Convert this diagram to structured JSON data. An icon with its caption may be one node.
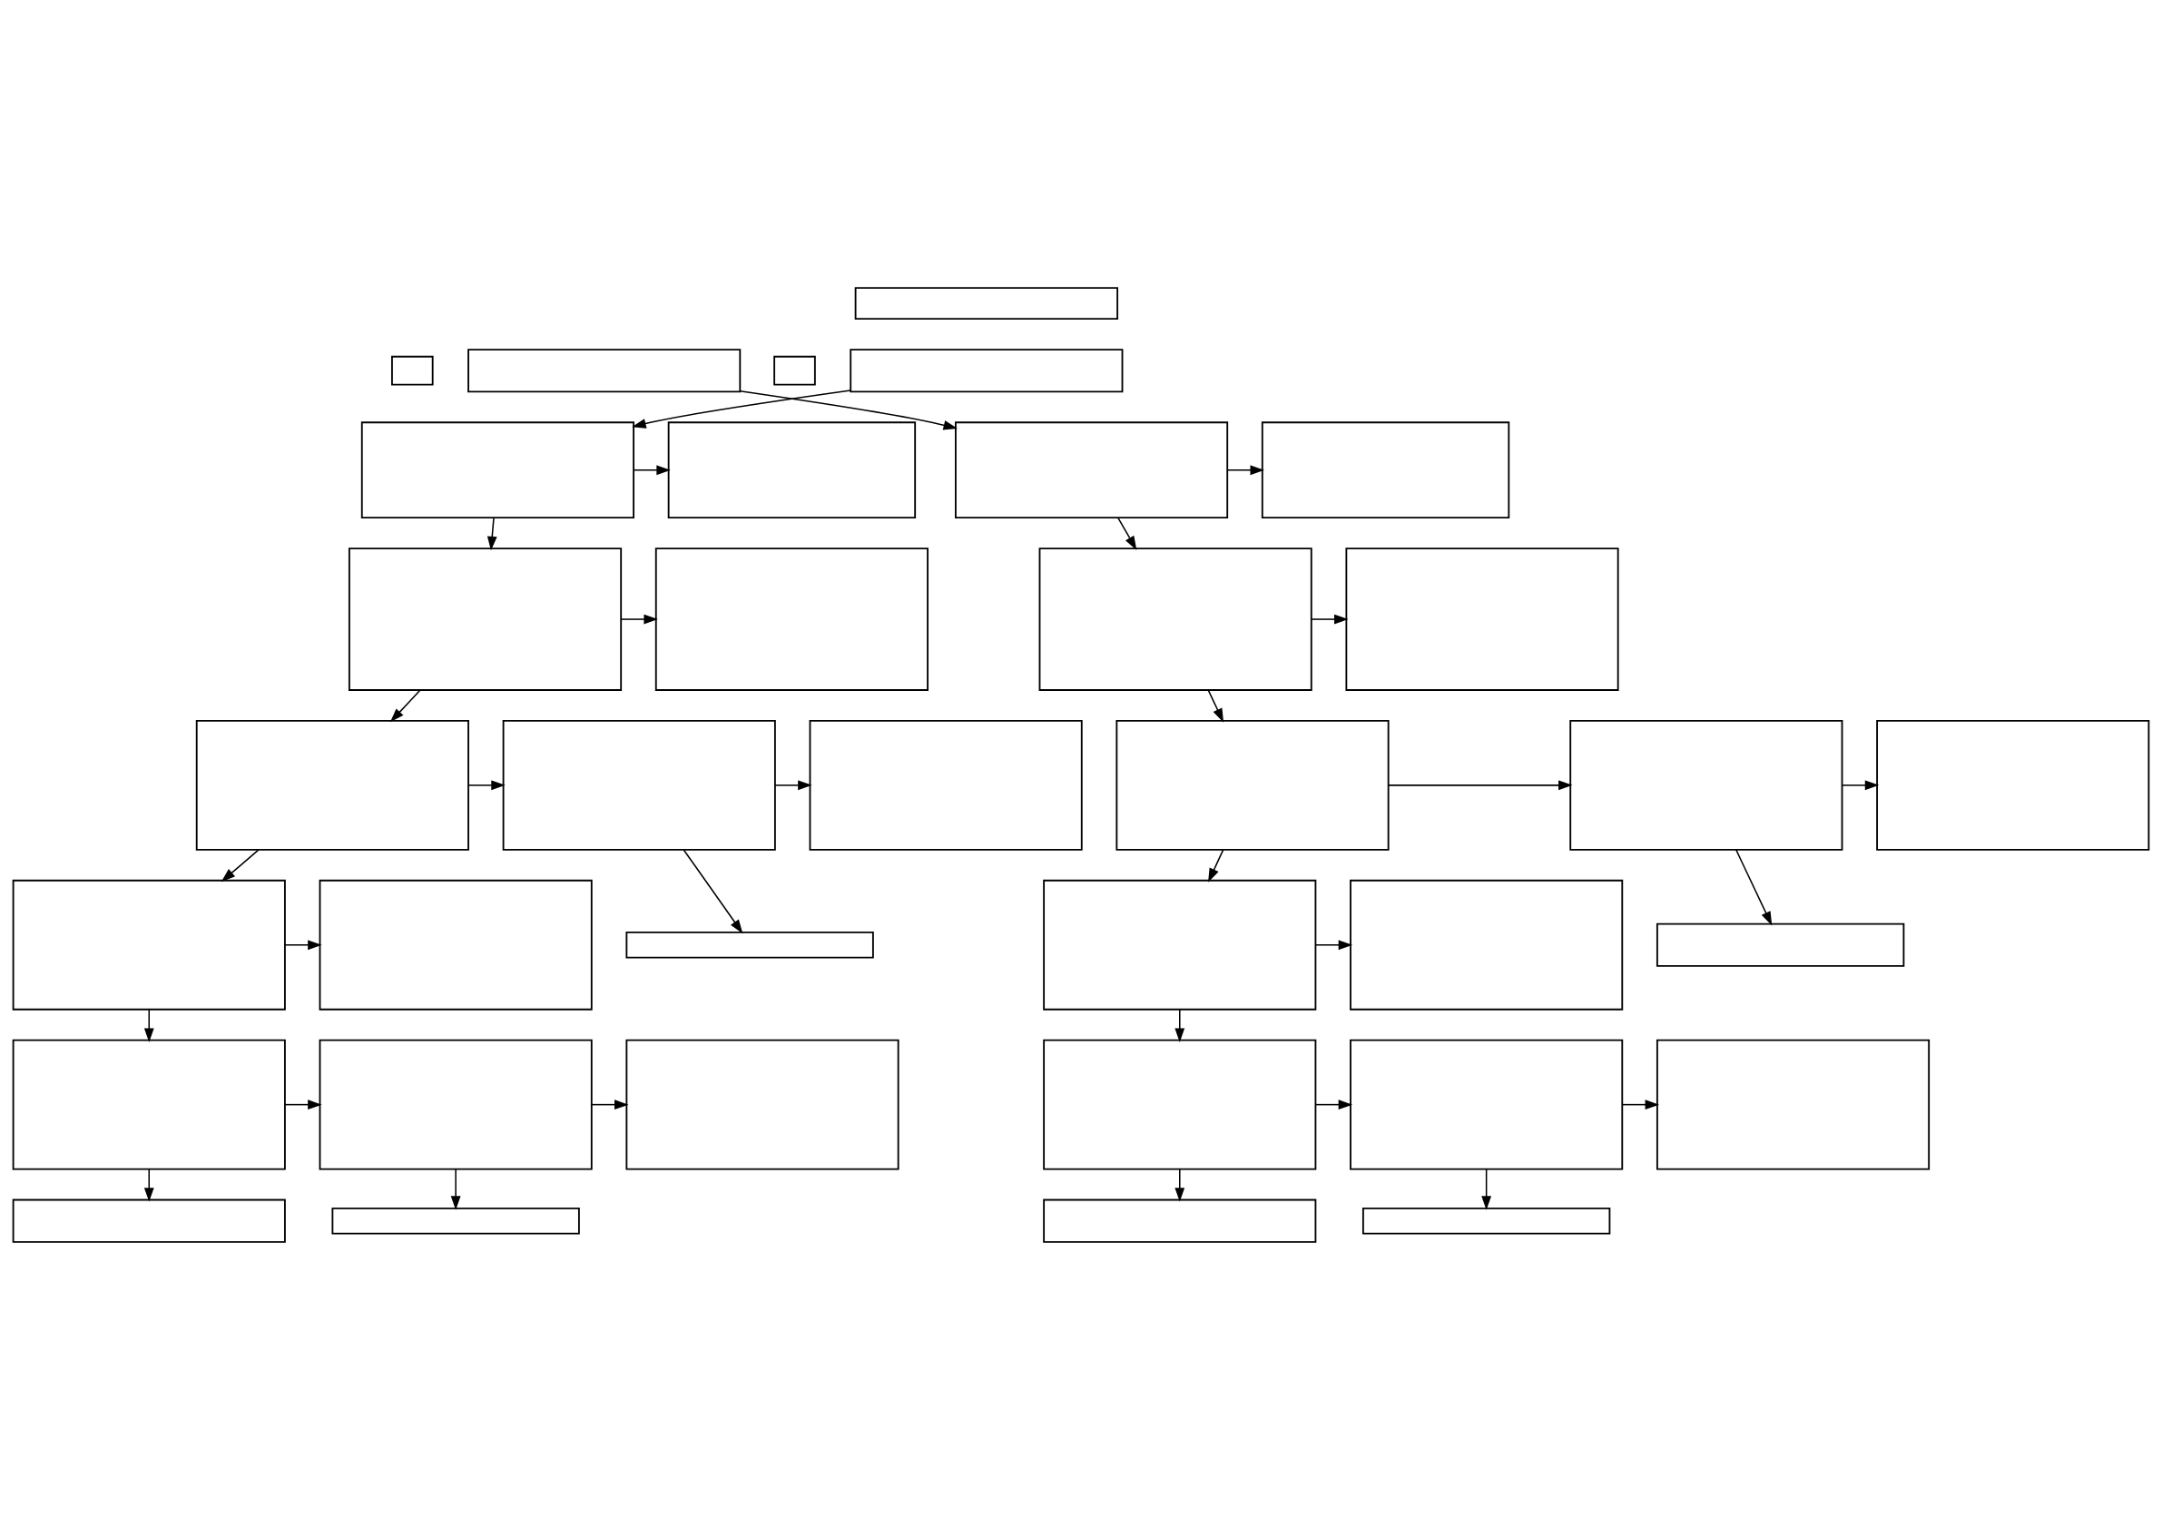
{
  "diagram": {
    "nodes": [
      {
        "text": [],
        "shape": "box"
      },
      {
        "text": [],
        "shape": "box"
      },
      {
        "text": [],
        "shape": "box"
      },
      {
        "text": [],
        "shape": "box"
      },
      {
        "text": [],
        "shape": "box"
      },
      {
        "text": [],
        "shape": "box"
      },
      {
        "text": [],
        "shape": "box"
      },
      {
        "text": [],
        "shape": "box"
      },
      {
        "text": [],
        "shape": "box"
      },
      {
        "text": [],
        "shape": "box"
      },
      {
        "text": [],
        "shape": "box"
      },
      {
        "text": [],
        "shape": "box"
      },
      {
        "text": [],
        "shape": "box"
      },
      {
        "text": [],
        "shape": "box"
      },
      {
        "text": [],
        "shape": "box"
      },
      {
        "text": [],
        "shape": "box"
      },
      {
        "text": [],
        "shape": "box"
      },
      {
        "text": [],
        "shape": "box"
      },
      {
        "text": [],
        "shape": "box"
      },
      {
        "text": [],
        "shape": "box"
      },
      {
        "text": [],
        "shape": "box"
      },
      {
        "text": [],
        "shape": "box"
      },
      {
        "text": [],
        "shape": "box"
      },
      {
        "text": [],
        "shape": "box"
      },
      {
        "text": [],
        "shape": "box"
      },
      {
        "text": [],
        "shape": "box"
      },
      {
        "text": [],
        "shape": "box"
      },
      {
        "text": [],
        "shape": "box"
      },
      {
        "text": [],
        "shape": "box"
      },
      {
        "text": [],
        "shape": "box"
      },
      {
        "text": [],
        "shape": "box"
      },
      {
        "text": [],
        "shape": "box"
      },
      {
        "text": [],
        "shape": "box"
      },
      {
        "text": [],
        "shape": "box"
      },
      {
        "text": [],
        "shape": "box"
      }
    ],
    "edges": [
      {
        "from": 2,
        "to": 3,
        "arrow": "to"
      },
      {
        "from": 3,
        "to": 4,
        "arrow": "to"
      },
      {
        "from": 3,
        "to": 5,
        "arrow": "to"
      },
      {
        "from": 5,
        "to": 6,
        "arrow": "to"
      },
      {
        "from": 5,
        "to": 7,
        "arrow": "to"
      },
      {
        "from": 7,
        "to": 8,
        "arrow": "to"
      },
      {
        "from": 8,
        "to": 9,
        "arrow": "to"
      },
      {
        "from": 8,
        "to": 10,
        "arrow": "to"
      },
      {
        "from": 7,
        "to": 11,
        "arrow": "to"
      },
      {
        "from": 11,
        "to": 12,
        "arrow": "to"
      },
      {
        "from": 11,
        "to": 13,
        "arrow": "to"
      },
      {
        "from": 13,
        "to": 14,
        "arrow": "to"
      },
      {
        "from": 14,
        "to": 15,
        "arrow": "to"
      },
      {
        "from": 14,
        "to": 16,
        "arrow": "to"
      },
      {
        "from": 13,
        "to": 17,
        "arrow": "to"
      },
      {
        "from": 19,
        "to": 20,
        "arrow": "to"
      },
      {
        "from": 20,
        "to": 21,
        "arrow": "to"
      },
      {
        "from": 20,
        "to": 22,
        "arrow": "to"
      },
      {
        "from": 22,
        "to": 23,
        "arrow": "to"
      },
      {
        "from": 22,
        "to": 24,
        "arrow": "to"
      },
      {
        "from": 24,
        "to": 25,
        "arrow": "to"
      },
      {
        "from": 25,
        "to": 26,
        "arrow": "to"
      },
      {
        "from": 25,
        "to": 27,
        "arrow": "to"
      },
      {
        "from": 24,
        "to": 28,
        "arrow": "to"
      },
      {
        "from": 28,
        "to": 29,
        "arrow": "to"
      },
      {
        "from": 28,
        "to": 30,
        "arrow": "to"
      },
      {
        "from": 30,
        "to": 31,
        "arrow": "to"
      },
      {
        "from": 31,
        "to": 32,
        "arrow": "to"
      },
      {
        "from": 31,
        "to": 33,
        "arrow": "to"
      },
      {
        "from": 30,
        "to": 34,
        "arrow": "to"
      }
    ]
  }
}
